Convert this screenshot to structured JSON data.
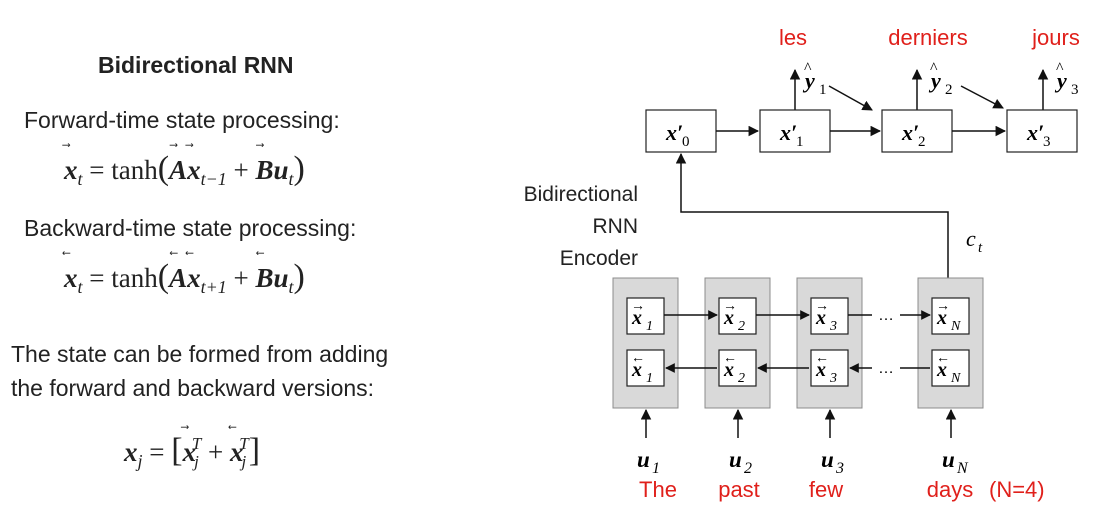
{
  "left_panel": {
    "title": "Bidirectional RNN",
    "forward_label": "Forward-time state processing:",
    "backward_label": "Backward-time state processing:",
    "combine_line1": "The state can be formed from adding",
    "combine_line2": "the forward and backward versions:",
    "tanh": "tanh"
  },
  "diagram": {
    "encoder_label": [
      "Bidirectional",
      "RNN",
      "Encoder"
    ],
    "context_label": "c",
    "context_sub": "t",
    "dots": "…",
    "decoder_outputs": [
      "les",
      "derniers",
      "jours"
    ],
    "decoder_states": [
      "x′",
      "x′",
      "x′",
      "x′"
    ],
    "decoder_state_subs": [
      "0",
      "1",
      "2",
      "3"
    ],
    "y_hat_symbol": "y",
    "y_hat_subs": [
      "1",
      "2",
      "3"
    ],
    "encoder_subs": [
      "1",
      "2",
      "3",
      "N"
    ],
    "input_symbol": "u",
    "input_subs": [
      "1",
      "2",
      "3",
      "N"
    ],
    "input_words": [
      "The",
      "past",
      "few",
      "days"
    ],
    "note": "(N=4)",
    "colors": {
      "red": "#e0201b",
      "box_fill": "#d9d9d9",
      "box_stroke": "#8c8c8c"
    }
  }
}
